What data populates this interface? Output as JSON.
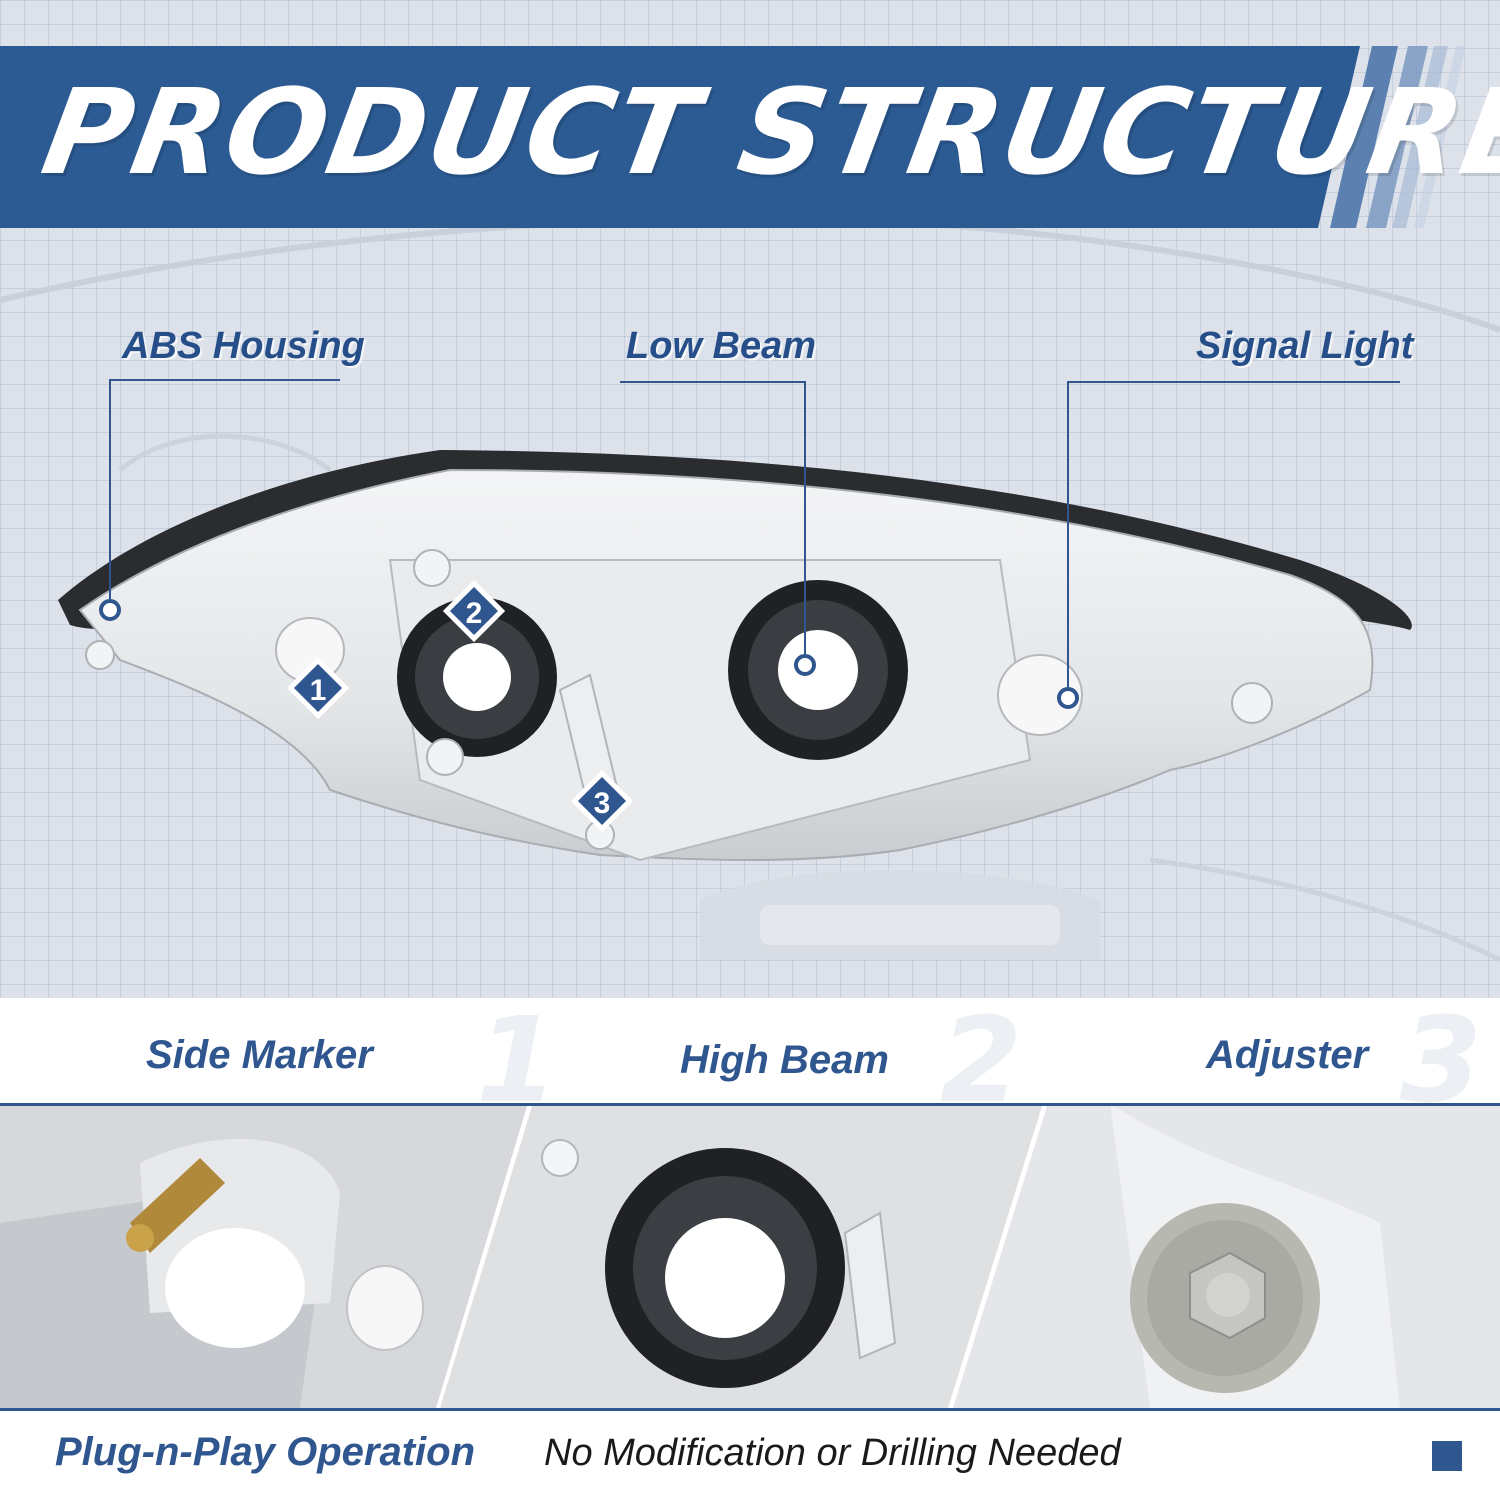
{
  "header": {
    "title": "PRODUCT STRUCTURE"
  },
  "callouts": {
    "abs_housing": "ABS Housing",
    "low_beam": "Low Beam",
    "signal_light": "Signal Light"
  },
  "badges": [
    "1",
    "2",
    "3"
  ],
  "features": [
    {
      "number": "1",
      "label": "Side Marker"
    },
    {
      "number": "2",
      "label": "High Beam"
    },
    {
      "number": "3",
      "label": "Adjuster"
    }
  ],
  "footer": {
    "tagline_strong": "Plug-n-Play Operation",
    "tagline": "No Modification or Drilling Needed"
  },
  "colors": {
    "brand_blue": "#2f568e",
    "banner_blue": "#2c5a93",
    "label_blue": "#264f8a"
  }
}
